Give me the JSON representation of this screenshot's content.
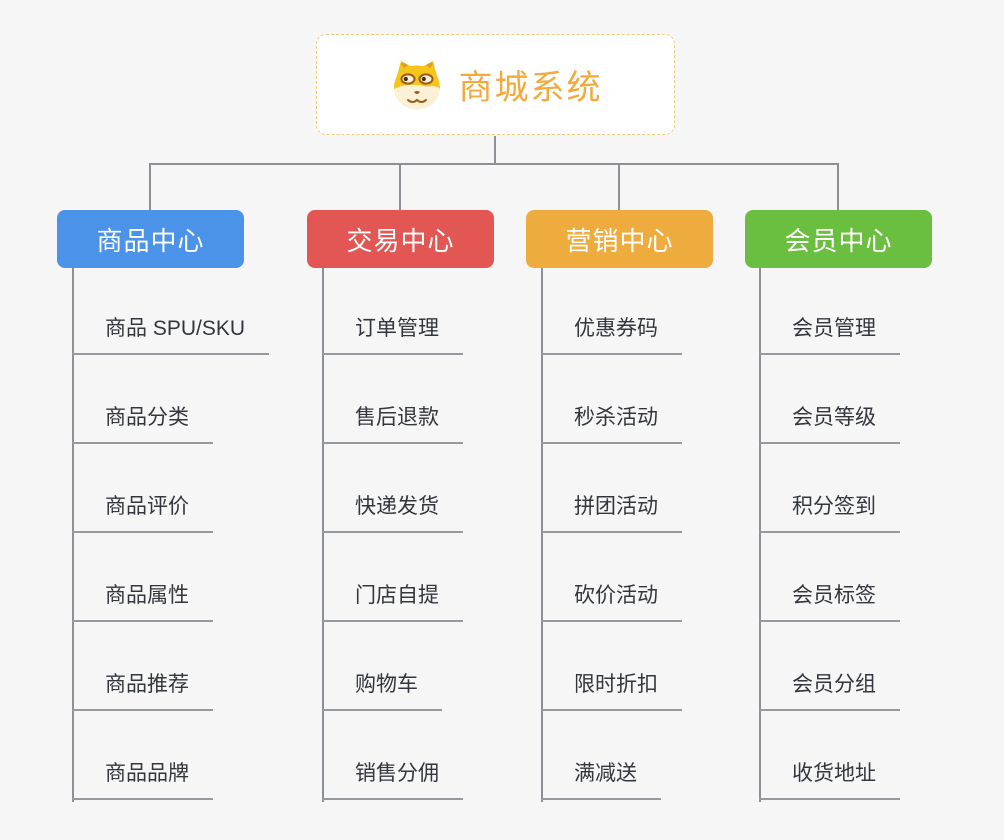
{
  "root": {
    "title": "商城系统",
    "icon": "doge-face-icon",
    "text_color": "#F2A93E",
    "border_color": "#F2C77D",
    "background": "#FFFFFF"
  },
  "connector_color": "#8D9095",
  "branches": [
    {
      "label": "商品中心",
      "color": "#4B93E8",
      "items": [
        "商品 SPU/SKU",
        "商品分类",
        "商品评价",
        "商品属性",
        "商品推荐",
        "商品品牌"
      ]
    },
    {
      "label": "交易中心",
      "color": "#E25754",
      "items": [
        "订单管理",
        "售后退款",
        "快递发货",
        "门店自提",
        "购物车",
        "销售分佣"
      ]
    },
    {
      "label": "营销中心",
      "color": "#EEAC3F",
      "items": [
        "优惠券码",
        "秒杀活动",
        "拼团活动",
        "砍价活动",
        "限时折扣",
        "满减送"
      ]
    },
    {
      "label": "会员中心",
      "color": "#6ABE40",
      "items": [
        "会员管理",
        "会员等级",
        "积分签到",
        "会员标签",
        "会员分组",
        "收货地址"
      ]
    }
  ]
}
